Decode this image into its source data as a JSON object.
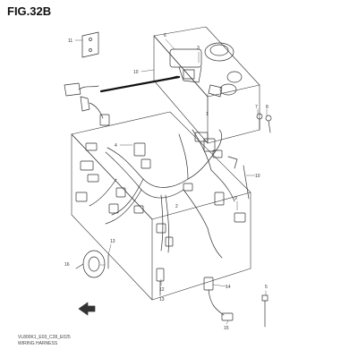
{
  "figure": {
    "title": "FIG.32B",
    "footer_code": "VL800K1_E03_C28_E025",
    "caption": "WIRING HARNESS"
  },
  "callouts": {
    "c1": "1",
    "c2": "2",
    "c3": "3",
    "c4": "4",
    "c5": "5",
    "c6": "6",
    "c7": "7",
    "c8": "8",
    "c9": "9",
    "c10": "10",
    "c11": "11",
    "c12": "12",
    "c13": "13",
    "c14": "14",
    "c15": "15",
    "c16": "16"
  },
  "colors": {
    "line": "#333333",
    "background": "#ffffff"
  },
  "icons": {
    "front-arrow": "arrow-icon"
  }
}
